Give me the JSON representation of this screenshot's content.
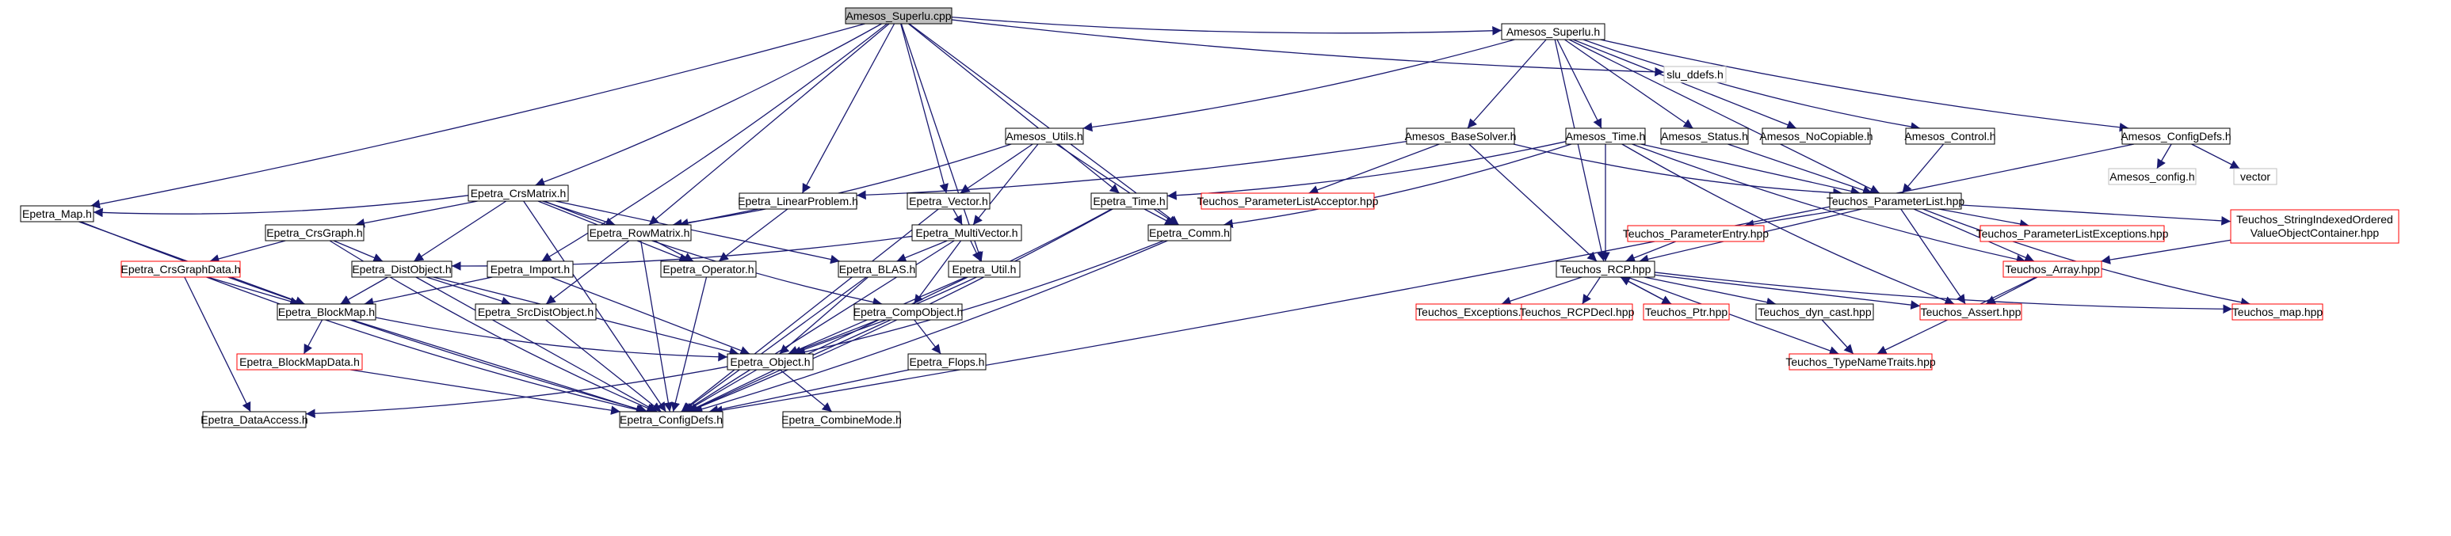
{
  "graph": {
    "colors": {
      "edge": "#191970",
      "box_default": "#000000",
      "box_incomplete": "#ff0000",
      "box_external": "#bfbfbf",
      "box_root_fill": "#bfbfbf",
      "box_fill": "#ffffff"
    },
    "nodes": [
      {
        "id": "amesos_superlu_cpp",
        "label": "Amesos_Superlu.cpp",
        "style": "root"
      },
      {
        "id": "amesos_superlu_h",
        "label": "Amesos_Superlu.h",
        "style": "default"
      },
      {
        "id": "slu_ddefs_h",
        "label": "slu_ddefs.h",
        "style": "external"
      },
      {
        "id": "amesos_utils_h",
        "label": "Amesos_Utils.h",
        "style": "default"
      },
      {
        "id": "amesos_basesolver_h",
        "label": "Amesos_BaseSolver.h",
        "style": "default"
      },
      {
        "id": "amesos_time_h",
        "label": "Amesos_Time.h",
        "style": "default"
      },
      {
        "id": "amesos_status_h",
        "label": "Amesos_Status.h",
        "style": "default"
      },
      {
        "id": "amesos_nocopiable_h",
        "label": "Amesos_NoCopiable.h",
        "style": "default"
      },
      {
        "id": "amesos_control_h",
        "label": "Amesos_Control.h",
        "style": "default"
      },
      {
        "id": "amesos_configdefs_h",
        "label": "Amesos_ConfigDefs.h",
        "style": "default"
      },
      {
        "id": "amesos_config_h",
        "label": "Amesos_config.h",
        "style": "external"
      },
      {
        "id": "vector",
        "label": "vector",
        "style": "external"
      },
      {
        "id": "epetra_crsmatrix_h",
        "label": "Epetra_CrsMatrix.h",
        "style": "default"
      },
      {
        "id": "epetra_linearproblem_h",
        "label": "Epetra_LinearProblem.h",
        "style": "default"
      },
      {
        "id": "epetra_vector_h",
        "label": "Epetra_Vector.h",
        "style": "default"
      },
      {
        "id": "epetra_time_h",
        "label": "Epetra_Time.h",
        "style": "default"
      },
      {
        "id": "teuchos_parameterlistacceptor_hpp",
        "label": "Teuchos_ParameterListAcceptor.hpp",
        "style": "incomplete"
      },
      {
        "id": "teuchos_parameterlist_hpp",
        "label": "Teuchos_ParameterList.hpp",
        "style": "default"
      },
      {
        "id": "epetra_map_h",
        "label": "Epetra_Map.h",
        "style": "default"
      },
      {
        "id": "epetra_crsgraph_h",
        "label": "Epetra_CrsGraph.h",
        "style": "default"
      },
      {
        "id": "epetra_rowmatrix_h",
        "label": "Epetra_RowMatrix.h",
        "style": "default"
      },
      {
        "id": "epetra_multivector_h",
        "label": "Epetra_MultiVector.h",
        "style": "default"
      },
      {
        "id": "epetra_comm_h",
        "label": "Epetra_Comm.h",
        "style": "default"
      },
      {
        "id": "teuchos_parameterentry_hpp",
        "label": "Teuchos_ParameterEntry.hpp",
        "style": "incomplete"
      },
      {
        "id": "teuchos_parameterlistexceptions_hpp",
        "label": "Teuchos_ParameterListExceptions.hpp",
        "style": "incomplete"
      },
      {
        "id": "teuchos_stringindexedorderedvalueobjectcontainer_hpp",
        "label": "Teuchos_StringIndexedOrdered",
        "label2": "ValueObjectContainer.hpp",
        "style": "incomplete"
      },
      {
        "id": "epetra_crsgraphdata_h",
        "label": "Epetra_CrsGraphData.h",
        "style": "incomplete"
      },
      {
        "id": "epetra_distobject_h",
        "label": "Epetra_DistObject.h",
        "style": "default"
      },
      {
        "id": "epetra_import_h",
        "label": "Epetra_Import.h",
        "style": "default"
      },
      {
        "id": "epetra_operator_h",
        "label": "Epetra_Operator.h",
        "style": "default"
      },
      {
        "id": "epetra_blas_h",
        "label": "Epetra_BLAS.h",
        "style": "default"
      },
      {
        "id": "epetra_util_h",
        "label": "Epetra_Util.h",
        "style": "default"
      },
      {
        "id": "teuchos_rcp_hpp",
        "label": "Teuchos_RCP.hpp",
        "style": "default"
      },
      {
        "id": "teuchos_array_hpp",
        "label": "Teuchos_Array.hpp",
        "style": "incomplete"
      },
      {
        "id": "epetra_blockmap_h",
        "label": "Epetra_BlockMap.h",
        "style": "default"
      },
      {
        "id": "epetra_srcdistobject_h",
        "label": "Epetra_SrcDistObject.h",
        "style": "default"
      },
      {
        "id": "epetra_compobject_h",
        "label": "Epetra_CompObject.h",
        "style": "default"
      },
      {
        "id": "teuchos_exceptions_hpp",
        "label": "Teuchos_Exceptions.hpp",
        "style": "incomplete"
      },
      {
        "id": "teuchos_rcpdecl_hpp",
        "label": "Teuchos_RCPDecl.hpp",
        "style": "incomplete"
      },
      {
        "id": "teuchos_ptr_hpp",
        "label": "Teuchos_Ptr.hpp",
        "style": "incomplete"
      },
      {
        "id": "teuchos_dyn_cast_hpp",
        "label": "Teuchos_dyn_cast.hpp",
        "style": "default"
      },
      {
        "id": "teuchos_assert_hpp",
        "label": "Teuchos_Assert.hpp",
        "style": "incomplete"
      },
      {
        "id": "teuchos_map_hpp",
        "label": "Teuchos_map.hpp",
        "style": "incomplete"
      },
      {
        "id": "epetra_blockmapdata_h",
        "label": "Epetra_BlockMapData.h",
        "style": "incomplete"
      },
      {
        "id": "epetra_object_h",
        "label": "Epetra_Object.h",
        "style": "default"
      },
      {
        "id": "epetra_flops_h",
        "label": "Epetra_Flops.h",
        "style": "default"
      },
      {
        "id": "teuchos_typenametraits_hpp",
        "label": "Teuchos_TypeNameTraits.hpp",
        "style": "incomplete"
      },
      {
        "id": "epetra_dataaccess_h",
        "label": "Epetra_DataAccess.h",
        "style": "default"
      },
      {
        "id": "epetra_configdefs_h",
        "label": "Epetra_ConfigDefs.h",
        "style": "default"
      },
      {
        "id": "epetra_combinemode_h",
        "label": "Epetra_CombineMode.h",
        "style": "default"
      }
    ],
    "edges": [
      [
        "amesos_superlu_cpp",
        "amesos_superlu_h"
      ],
      [
        "amesos_superlu_cpp",
        "slu_ddefs_h"
      ],
      [
        "amesos_superlu_cpp",
        "epetra_map_h"
      ],
      [
        "amesos_superlu_cpp",
        "epetra_crsmatrix_h"
      ],
      [
        "amesos_superlu_cpp",
        "epetra_rowmatrix_h"
      ],
      [
        "amesos_superlu_cpp",
        "epetra_linearproblem_h"
      ],
      [
        "amesos_superlu_cpp",
        "epetra_import_h"
      ],
      [
        "amesos_superlu_cpp",
        "epetra_util_h"
      ],
      [
        "amesos_superlu_cpp",
        "epetra_vector_h"
      ],
      [
        "amesos_superlu_cpp",
        "epetra_time_h"
      ],
      [
        "amesos_superlu_cpp",
        "epetra_comm_h"
      ],
      [
        "amesos_superlu_h",
        "amesos_utils_h"
      ],
      [
        "amesos_superlu_h",
        "amesos_basesolver_h"
      ],
      [
        "amesos_superlu_h",
        "amesos_time_h"
      ],
      [
        "amesos_superlu_h",
        "amesos_status_h"
      ],
      [
        "amesos_superlu_h",
        "amesos_nocopiable_h"
      ],
      [
        "amesos_superlu_h",
        "amesos_control_h"
      ],
      [
        "amesos_superlu_h",
        "amesos_configdefs_h"
      ],
      [
        "amesos_superlu_h",
        "teuchos_rcp_hpp"
      ],
      [
        "amesos_superlu_h",
        "teuchos_parameterlist_hpp"
      ],
      [
        "amesos_utils_h",
        "epetra_rowmatrix_h"
      ],
      [
        "amesos_utils_h",
        "epetra_vector_h"
      ],
      [
        "amesos_utils_h",
        "epetra_multivector_h"
      ],
      [
        "amesos_utils_h",
        "epetra_comm_h"
      ],
      [
        "amesos_basesolver_h",
        "teuchos_parameterlistacceptor_hpp"
      ],
      [
        "amesos_basesolver_h",
        "epetra_linearproblem_h"
      ],
      [
        "amesos_basesolver_h",
        "teuchos_parameterlist_hpp"
      ],
      [
        "amesos_basesolver_h",
        "teuchos_rcp_hpp"
      ],
      [
        "amesos_time_h",
        "epetra_time_h"
      ],
      [
        "amesos_time_h",
        "epetra_comm_h"
      ],
      [
        "amesos_time_h",
        "teuchos_rcp_hpp"
      ],
      [
        "amesos_time_h",
        "teuchos_array_hpp"
      ],
      [
        "amesos_time_h",
        "teuchos_assert_hpp"
      ],
      [
        "amesos_time_h",
        "teuchos_parameterlist_hpp"
      ],
      [
        "amesos_status_h",
        "teuchos_parameterlist_hpp"
      ],
      [
        "amesos_control_h",
        "teuchos_parameterlist_hpp"
      ],
      [
        "amesos_configdefs_h",
        "amesos_config_h"
      ],
      [
        "amesos_configdefs_h",
        "vector"
      ],
      [
        "amesos_configdefs_h",
        "epetra_configdefs_h"
      ],
      [
        "epetra_crsmatrix_h",
        "epetra_map_h"
      ],
      [
        "epetra_crsmatrix_h",
        "epetra_crsgraph_h"
      ],
      [
        "epetra_crsmatrix_h",
        "epetra_rowmatrix_h"
      ],
      [
        "epetra_crsmatrix_h",
        "epetra_distobject_h"
      ],
      [
        "epetra_crsmatrix_h",
        "epetra_operator_h"
      ],
      [
        "epetra_crsmatrix_h",
        "epetra_blas_h"
      ],
      [
        "epetra_crsmatrix_h",
        "epetra_compobject_h"
      ],
      [
        "epetra_crsmatrix_h",
        "epetra_configdefs_h"
      ],
      [
        "epetra_linearproblem_h",
        "epetra_rowmatrix_h"
      ],
      [
        "epetra_linearproblem_h",
        "epetra_operator_h"
      ],
      [
        "epetra_vector_h",
        "epetra_multivector_h"
      ],
      [
        "epetra_vector_h",
        "epetra_configdefs_h"
      ],
      [
        "epetra_time_h",
        "epetra_comm_h"
      ],
      [
        "epetra_time_h",
        "epetra_object_h"
      ],
      [
        "epetra_time_h",
        "epetra_configdefs_h"
      ],
      [
        "teuchos_parameterlist_hpp",
        "teuchos_parameterentry_hpp"
      ],
      [
        "teuchos_parameterlist_hpp",
        "teuchos_parameterlistexceptions_hpp"
      ],
      [
        "teuchos_parameterlist_hpp",
        "teuchos_stringindexedorderedvalueobjectcontainer_hpp"
      ],
      [
        "teuchos_parameterlist_hpp",
        "teuchos_rcp_hpp"
      ],
      [
        "teuchos_parameterlist_hpp",
        "teuchos_array_hpp"
      ],
      [
        "teuchos_parameterlist_hpp",
        "teuchos_assert_hpp"
      ],
      [
        "teuchos_parameterlist_hpp",
        "teuchos_map_hpp"
      ],
      [
        "epetra_map_h",
        "epetra_blockmap_h"
      ],
      [
        "epetra_map_h",
        "epetra_configdefs_h"
      ],
      [
        "epetra_crsgraph_h",
        "epetra_crsgraphdata_h"
      ],
      [
        "epetra_crsgraph_h",
        "epetra_distobject_h"
      ],
      [
        "epetra_crsgraph_h",
        "epetra_configdefs_h"
      ],
      [
        "epetra_rowmatrix_h",
        "epetra_operator_h"
      ],
      [
        "epetra_rowmatrix_h",
        "epetra_srcdistobject_h"
      ],
      [
        "epetra_rowmatrix_h",
        "epetra_configdefs_h"
      ],
      [
        "epetra_multivector_h",
        "epetra_distobject_h"
      ],
      [
        "epetra_multivector_h",
        "epetra_blas_h"
      ],
      [
        "epetra_multivector_h",
        "epetra_util_h"
      ],
      [
        "epetra_multivector_h",
        "epetra_compobject_h"
      ],
      [
        "epetra_multivector_h",
        "epetra_configdefs_h"
      ],
      [
        "epetra_comm_h",
        "epetra_object_h"
      ],
      [
        "epetra_comm_h",
        "epetra_configdefs_h"
      ],
      [
        "teuchos_parameterentry_hpp",
        "teuchos_rcp_hpp"
      ],
      [
        "teuchos_stringindexedorderedvalueobjectcontainer_hpp",
        "teuchos_array_hpp"
      ],
      [
        "epetra_crsgraphdata_h",
        "epetra_blockmap_h"
      ],
      [
        "epetra_crsgraphdata_h",
        "epetra_dataaccess_h"
      ],
      [
        "epetra_crsgraphdata_h",
        "epetra_configdefs_h"
      ],
      [
        "epetra_distobject_h",
        "epetra_blockmap_h"
      ],
      [
        "epetra_distobject_h",
        "epetra_srcdistobject_h"
      ],
      [
        "epetra_distobject_h",
        "epetra_object_h"
      ],
      [
        "epetra_distobject_h",
        "epetra_configdefs_h"
      ],
      [
        "epetra_import_h",
        "epetra_blockmap_h"
      ],
      [
        "epetra_import_h",
        "epetra_object_h"
      ],
      [
        "epetra_operator_h",
        "epetra_configdefs_h"
      ],
      [
        "epetra_blas_h",
        "epetra_object_h"
      ],
      [
        "epetra_blas_h",
        "epetra_configdefs_h"
      ],
      [
        "epetra_util_h",
        "epetra_object_h"
      ],
      [
        "epetra_util_h",
        "epetra_configdefs_h"
      ],
      [
        "teuchos_rcp_hpp",
        "teuchos_exceptions_hpp"
      ],
      [
        "teuchos_rcp_hpp",
        "teuchos_rcpdecl_hpp"
      ],
      [
        "teuchos_rcp_hpp",
        "teuchos_ptr_hpp"
      ],
      [
        "teuchos_rcp_hpp",
        "teuchos_dyn_cast_hpp"
      ],
      [
        "teuchos_rcp_hpp",
        "teuchos_assert_hpp"
      ],
      [
        "teuchos_rcp_hpp",
        "teuchos_map_hpp"
      ],
      [
        "teuchos_rcp_hpp",
        "teuchos_typenametraits_hpp"
      ],
      [
        "teuchos_ptr_hpp",
        "teuchos_rcp_hpp"
      ],
      [
        "teuchos_array_hpp",
        "teuchos_assert_hpp"
      ],
      [
        "teuchos_array_hpp",
        "teuchos_typenametraits_hpp"
      ],
      [
        "epetra_blockmap_h",
        "epetra_blockmapdata_h"
      ],
      [
        "epetra_blockmap_h",
        "epetra_object_h"
      ],
      [
        "epetra_blockmap_h",
        "epetra_configdefs_h"
      ],
      [
        "epetra_srcdistobject_h",
        "epetra_configdefs_h"
      ],
      [
        "epetra_compobject_h",
        "epetra_object_h"
      ],
      [
        "epetra_compobject_h",
        "epetra_flops_h"
      ],
      [
        "epetra_compobject_h",
        "epetra_configdefs_h"
      ],
      [
        "epetra_flops_h",
        "epetra_configdefs_h"
      ],
      [
        "teuchos_dyn_cast_hpp",
        "teuchos_typenametraits_hpp"
      ],
      [
        "epetra_blockmapdata_h",
        "epetra_configdefs_h"
      ],
      [
        "epetra_object_h",
        "epetra_dataaccess_h"
      ],
      [
        "epetra_object_h",
        "epetra_configdefs_h"
      ],
      [
        "epetra_object_h",
        "epetra_combinemode_h"
      ]
    ]
  }
}
